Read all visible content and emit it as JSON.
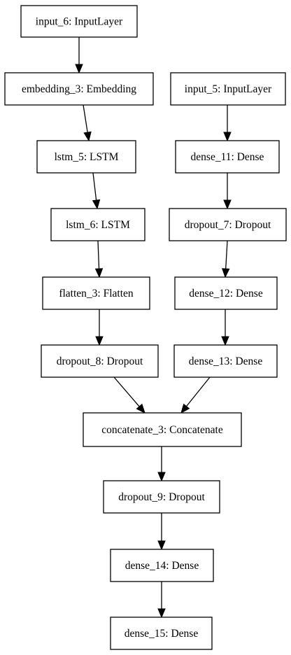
{
  "diagram": {
    "nodes": [
      {
        "id": "input_6",
        "label": "input_6: InputLayer"
      },
      {
        "id": "embedding_3",
        "label": "embedding_3: Embedding"
      },
      {
        "id": "input_5",
        "label": "input_5: InputLayer"
      },
      {
        "id": "lstm_5",
        "label": "lstm_5: LSTM"
      },
      {
        "id": "dense_11",
        "label": "dense_11: Dense"
      },
      {
        "id": "lstm_6",
        "label": "lstm_6: LSTM"
      },
      {
        "id": "dropout_7",
        "label": "dropout_7: Dropout"
      },
      {
        "id": "flatten_3",
        "label": "flatten_3: Flatten"
      },
      {
        "id": "dense_12",
        "label": "dense_12: Dense"
      },
      {
        "id": "dropout_8",
        "label": "dropout_8: Dropout"
      },
      {
        "id": "dense_13",
        "label": "dense_13: Dense"
      },
      {
        "id": "concatenate_3",
        "label": "concatenate_3: Concatenate"
      },
      {
        "id": "dropout_9",
        "label": "dropout_9: Dropout"
      },
      {
        "id": "dense_14",
        "label": "dense_14: Dense"
      },
      {
        "id": "dense_15",
        "label": "dense_15: Dense"
      }
    ],
    "edges": [
      {
        "from": "input_6",
        "to": "embedding_3"
      },
      {
        "from": "embedding_3",
        "to": "lstm_5"
      },
      {
        "from": "lstm_5",
        "to": "lstm_6"
      },
      {
        "from": "lstm_6",
        "to": "flatten_3"
      },
      {
        "from": "flatten_3",
        "to": "dropout_8"
      },
      {
        "from": "input_5",
        "to": "dense_11"
      },
      {
        "from": "dense_11",
        "to": "dropout_7"
      },
      {
        "from": "dropout_7",
        "to": "dense_12"
      },
      {
        "from": "dense_12",
        "to": "dense_13"
      },
      {
        "from": "dropout_8",
        "to": "concatenate_3"
      },
      {
        "from": "dense_13",
        "to": "concatenate_3"
      },
      {
        "from": "concatenate_3",
        "to": "dropout_9"
      },
      {
        "from": "dropout_9",
        "to": "dense_14"
      },
      {
        "from": "dense_14",
        "to": "dense_15"
      }
    ]
  }
}
